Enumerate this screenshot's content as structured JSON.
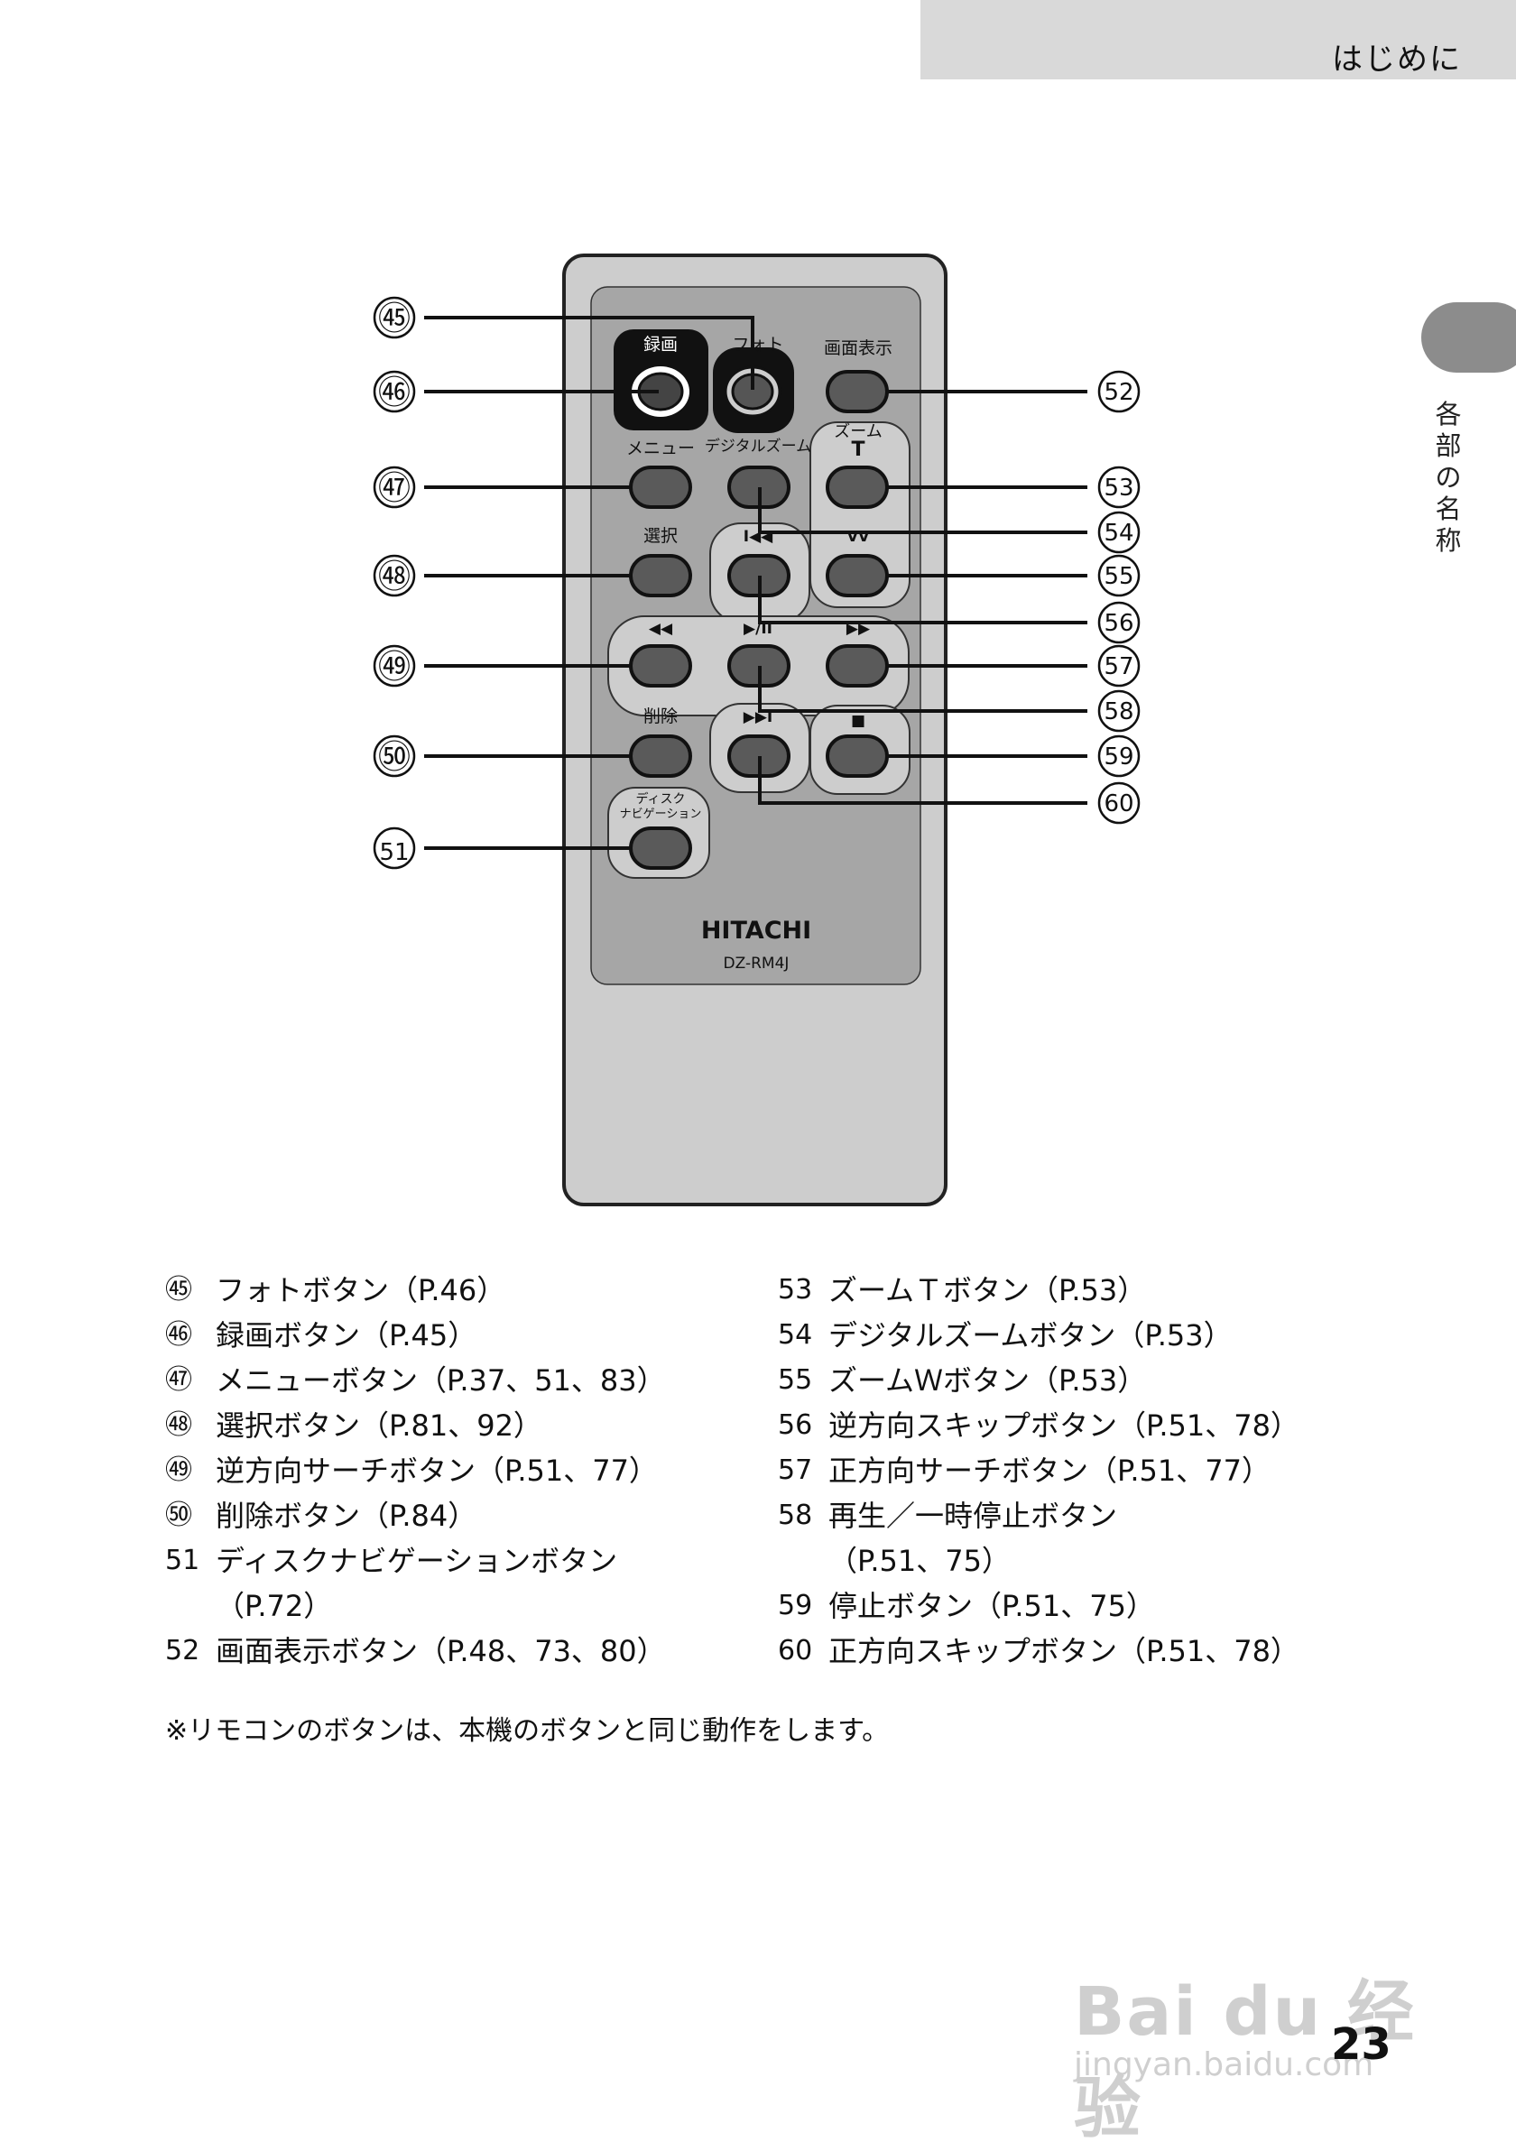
{
  "header": {
    "section": "はじめに"
  },
  "side": {
    "label": "各部の名称"
  },
  "remote": {
    "brand": "HITACHI",
    "model": "DZ-RM4J",
    "labels": {
      "rec": "録画",
      "photo": "フォト",
      "display": "画面表示",
      "menu": "メニュー",
      "digital_zoom": "デジタルズーム",
      "zoom": "ズーム",
      "zoom_t": "T",
      "select": "選択",
      "delete": "削除",
      "disc_nav_1": "ディスク",
      "disc_nav_2": "ナビゲーション",
      "skip_back": "I◀◀",
      "zoom_w": "VV",
      "search_back": "◀◀",
      "play_pause": "▶/II",
      "search_fwd": "▶▶",
      "skip_fwd": "▶▶I",
      "stop": "■"
    },
    "callouts": [
      "㊺",
      "㊻",
      "㊼",
      "㊽",
      "㊾",
      "㊿",
      "51",
      "52",
      "53",
      "54",
      "55",
      "56",
      "57",
      "58",
      "59",
      "60"
    ]
  },
  "list_left": [
    {
      "num": "㊺",
      "text": "フォトボタン（P.46）"
    },
    {
      "num": "㊻",
      "text": "録画ボタン（P.45）"
    },
    {
      "num": "㊼",
      "text": "メニューボタン（P.37、51、83）"
    },
    {
      "num": "㊽",
      "text": "選択ボタン（P.81、92）"
    },
    {
      "num": "㊾",
      "text": "逆方向サーチボタン（P.51、77）"
    },
    {
      "num": "㊿",
      "text": "削除ボタン（P.84）"
    },
    {
      "num": "51",
      "text": "ディスクナビゲーションボタン\n（P.72）"
    },
    {
      "num": "52",
      "text": "画面表示ボタン（P.48、73、80）"
    }
  ],
  "list_right": [
    {
      "num": "53",
      "text": "ズームＴボタン（P.53）"
    },
    {
      "num": "54",
      "text": "デジタルズームボタン（P.53）"
    },
    {
      "num": "55",
      "text": "ズームＷボタン（P.53）"
    },
    {
      "num": "56",
      "text": "逆方向スキップボタン（P.51、78）"
    },
    {
      "num": "57",
      "text": "正方向サーチボタン（P.51、77）"
    },
    {
      "num": "58",
      "text": "再生／一時停止ボタン\n（P.51、75）"
    },
    {
      "num": "59",
      "text": "停止ボタン（P.51、75）"
    },
    {
      "num": "60",
      "text": "正方向スキップボタン（P.51、78）"
    }
  ],
  "note": "※リモコンのボタンは、本機のボタンと同じ動作をします。",
  "page_number": "23",
  "watermark": {
    "main": "Bai du 经验",
    "sub": "jingyan.baidu.com"
  }
}
